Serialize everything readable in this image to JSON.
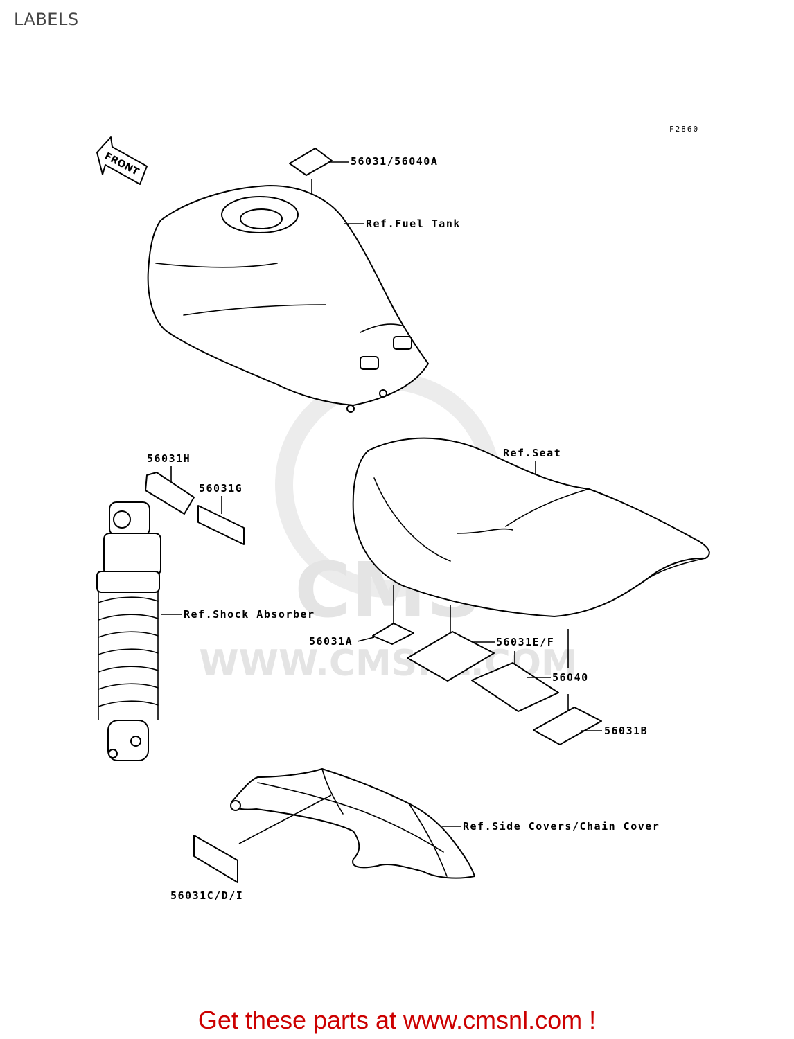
{
  "header": {
    "title": "LABELS"
  },
  "figure": {
    "code": "F2860",
    "front_marker": "FRONT",
    "labels": {
      "tank_decal": "56031/56040A",
      "fuel_tank": "Ref.Fuel Tank",
      "label_h": "56031H",
      "label_g": "56031G",
      "seat": "Ref.Seat",
      "shock": "Ref.Shock Absorber",
      "label_a": "56031A",
      "label_ef": "56031E/F",
      "label_56040": "56040",
      "label_b": "56031B",
      "side_covers": "Ref.Side Covers/Chain Cover",
      "label_cdi": "56031C/D/I"
    },
    "watermark": {
      "brand": "CMS",
      "site": "WWW.CMSNL.COM"
    }
  },
  "footer": {
    "cta": "Get these parts at www.cmsnl.com !"
  }
}
